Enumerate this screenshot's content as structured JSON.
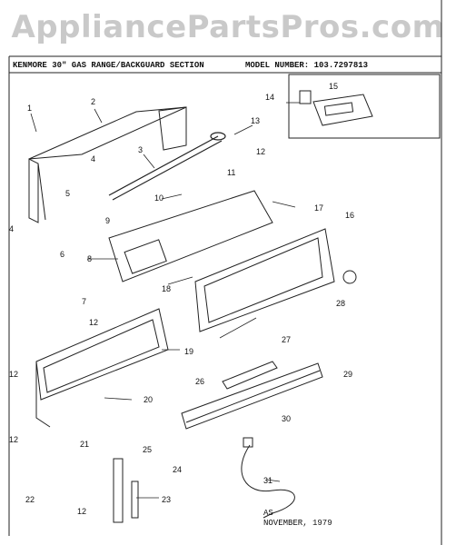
{
  "watermark": "AppliancePartsPros.com",
  "header": {
    "title": "KENMORE 30\" GAS RANGE/BACKGUARD SECTION",
    "model_label": "MODEL NUMBER:",
    "model_number": "103.7297813"
  },
  "footer": {
    "code": "AS",
    "date": "NOVEMBER, 1979"
  },
  "callouts": [
    "1",
    "2",
    "3",
    "4",
    "4",
    "5",
    "6",
    "7",
    "8",
    "9",
    "10",
    "11",
    "12",
    "12",
    "12",
    "12",
    "12",
    "13",
    "14",
    "15",
    "16",
    "17",
    "18",
    "19",
    "20",
    "21",
    "22",
    "23",
    "24",
    "25",
    "26",
    "27",
    "28",
    "29",
    "30",
    "31"
  ]
}
